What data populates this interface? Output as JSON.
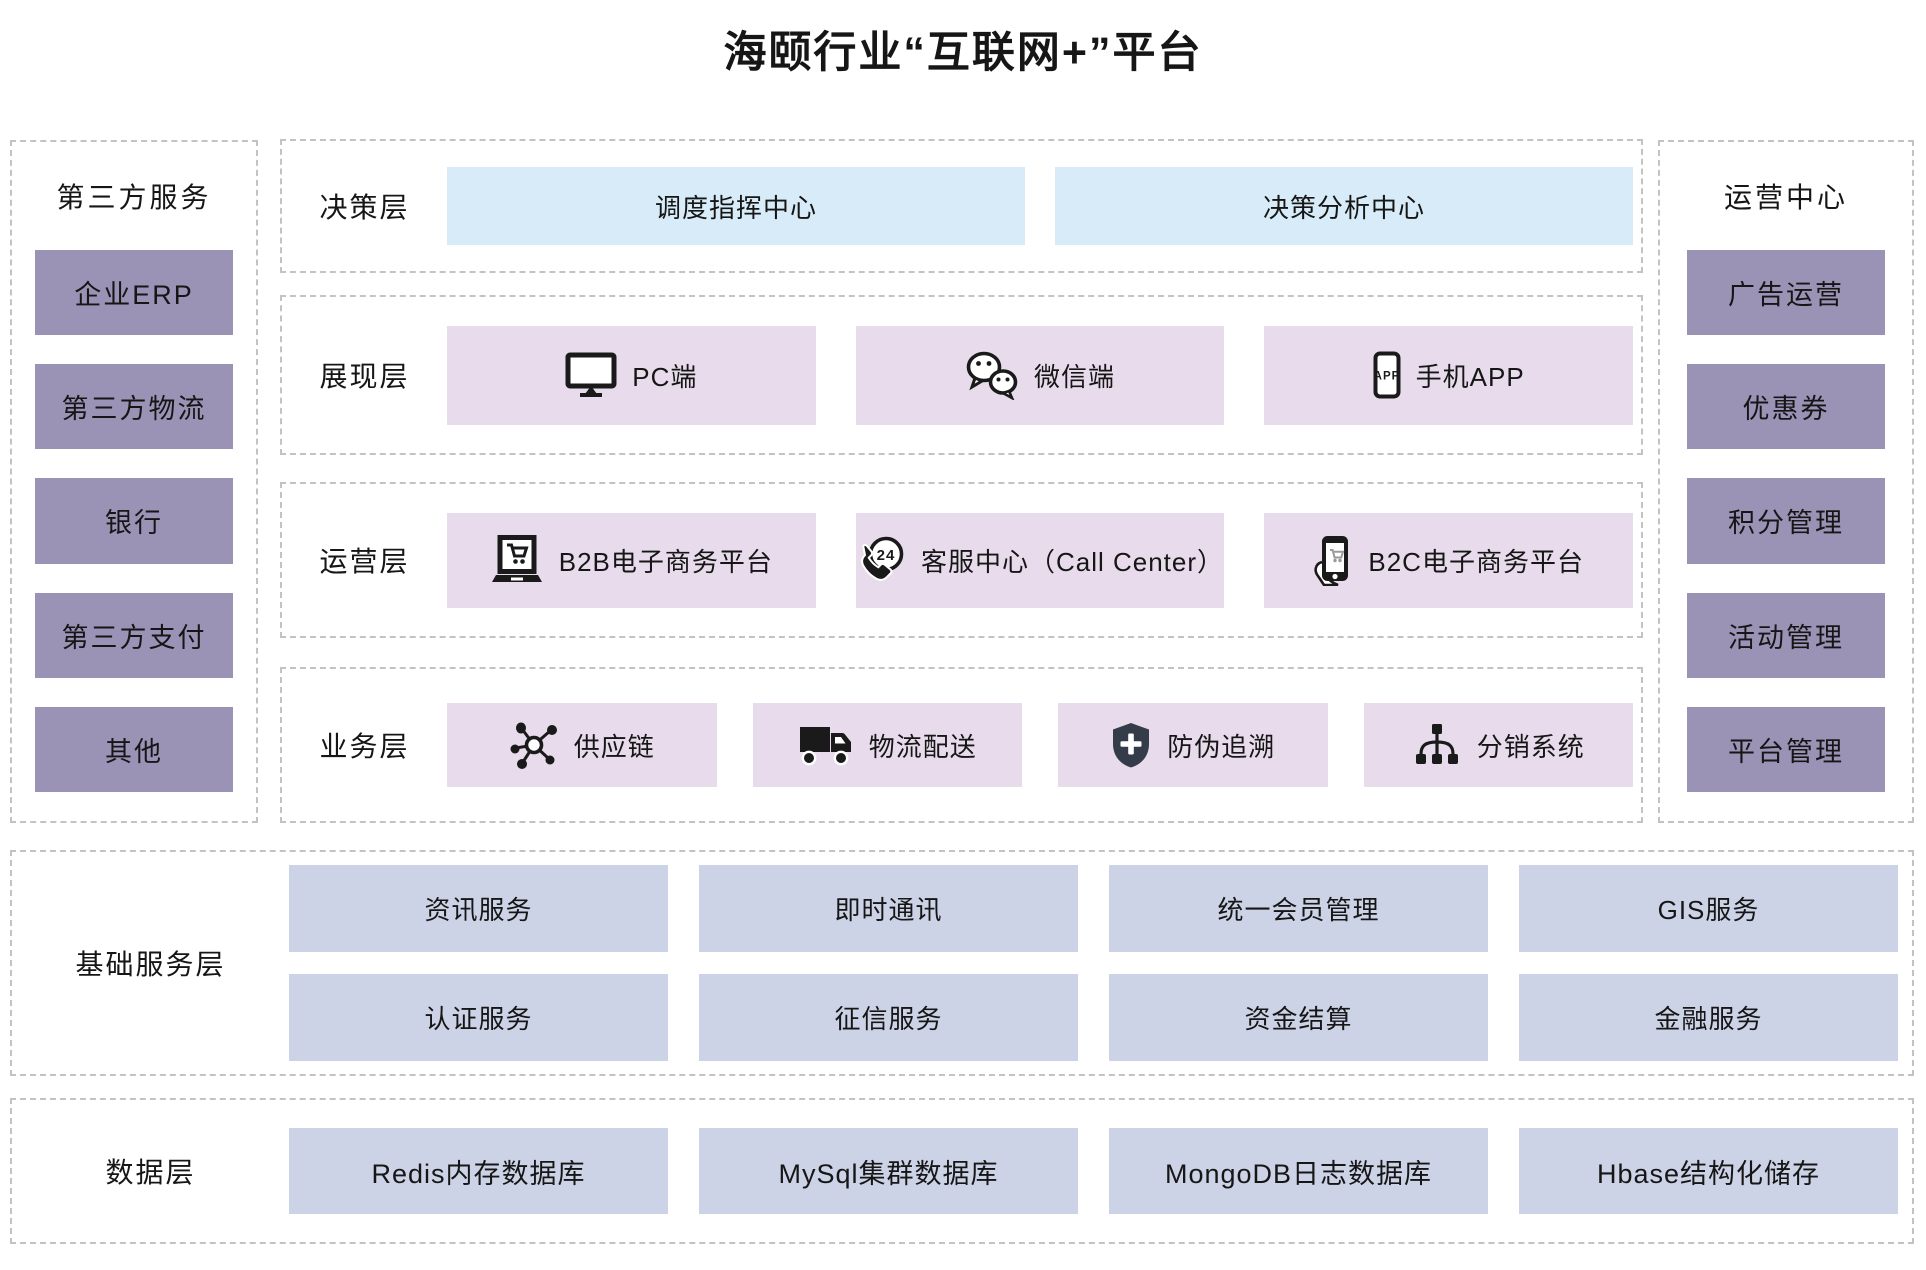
{
  "title": "海颐行业“互联网+”平台",
  "left_panel": {
    "header": "第三方服务",
    "items": [
      "企业ERP",
      "第三方物流",
      "银行",
      "第三方支付",
      "其他"
    ]
  },
  "right_panel": {
    "header": "运营中心",
    "items": [
      "广告运营",
      "优惠券",
      "积分管理",
      "活动管理",
      "平台管理"
    ]
  },
  "layers": [
    {
      "label": "决策层",
      "items": [
        {
          "label": "调度指挥中心"
        },
        {
          "label": "决策分析中心"
        }
      ]
    },
    {
      "label": "展现层",
      "items": [
        {
          "icon": "monitor-icon",
          "label": "PC端"
        },
        {
          "icon": "wechat-icon",
          "label": "微信端"
        },
        {
          "icon": "phone-app-icon",
          "label": "手机APP"
        }
      ]
    },
    {
      "label": "运营层",
      "items": [
        {
          "icon": "laptop-cart-icon",
          "label": "B2B电子商务平台"
        },
        {
          "icon": "phone-24-icon",
          "label": "客服中心（Call Center）"
        },
        {
          "icon": "hand-phone-cart-icon",
          "label": "B2C电子商务平台"
        }
      ]
    },
    {
      "label": "业务层",
      "items": [
        {
          "icon": "network-icon",
          "label": "供应链"
        },
        {
          "icon": "truck-icon",
          "label": "物流配送"
        },
        {
          "icon": "shield-icon",
          "label": "防伪追溯"
        },
        {
          "icon": "hierarchy-icon",
          "label": "分销系统"
        }
      ]
    }
  ],
  "base_services": {
    "label": "基础服务层",
    "rows": [
      [
        "资讯服务",
        "即时通讯",
        "统一会员管理",
        "GIS服务"
      ],
      [
        "认证服务",
        "征信服务",
        "资金结算",
        "金融服务"
      ]
    ]
  },
  "data_layer": {
    "label": "数据层",
    "items": [
      "Redis内存数据库",
      "MySql集群数据库",
      "MongoDB日志数据库",
      "Hbase结构化储存"
    ]
  },
  "colors": {
    "accent_blue": "#d7ecf8",
    "accent_pink": "#e8dcec",
    "accent_purple": "#9b93b6",
    "accent_periwinkle": "#cdd3e7"
  }
}
